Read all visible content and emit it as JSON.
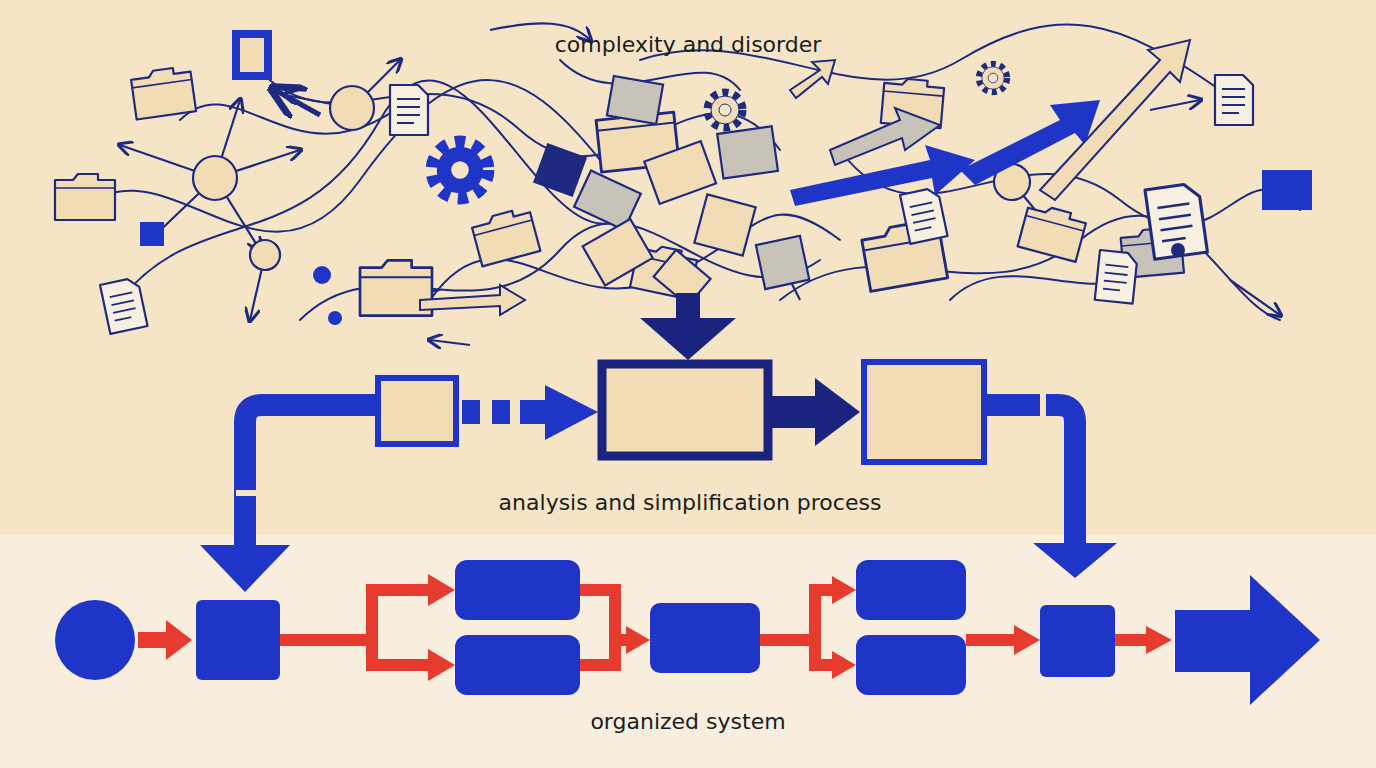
{
  "diagram": {
    "labels": [
      "complexity and disorder",
      "analysis and simplification process",
      "organized system"
    ]
  }
}
